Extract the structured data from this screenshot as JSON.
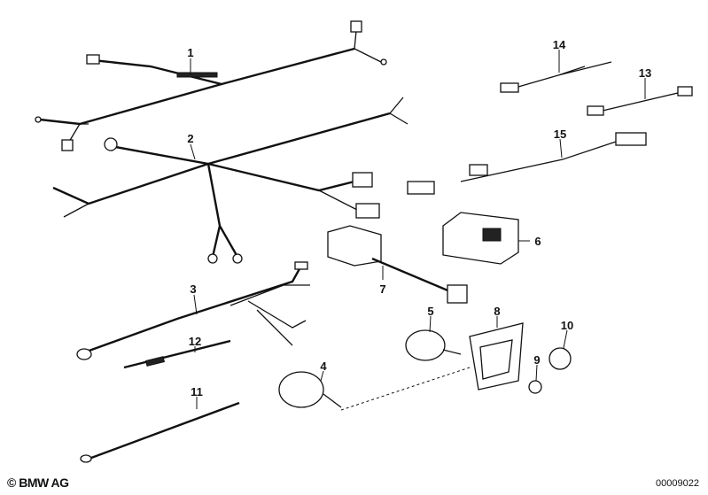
{
  "diagram": {
    "callouts": [
      "1",
      "2",
      "3",
      "4",
      "5",
      "6",
      "7",
      "8",
      "9",
      "10",
      "11",
      "12",
      "13",
      "14",
      "15"
    ]
  },
  "footer": {
    "copyright": "© BMW AG",
    "drawing_number": "00009022"
  }
}
